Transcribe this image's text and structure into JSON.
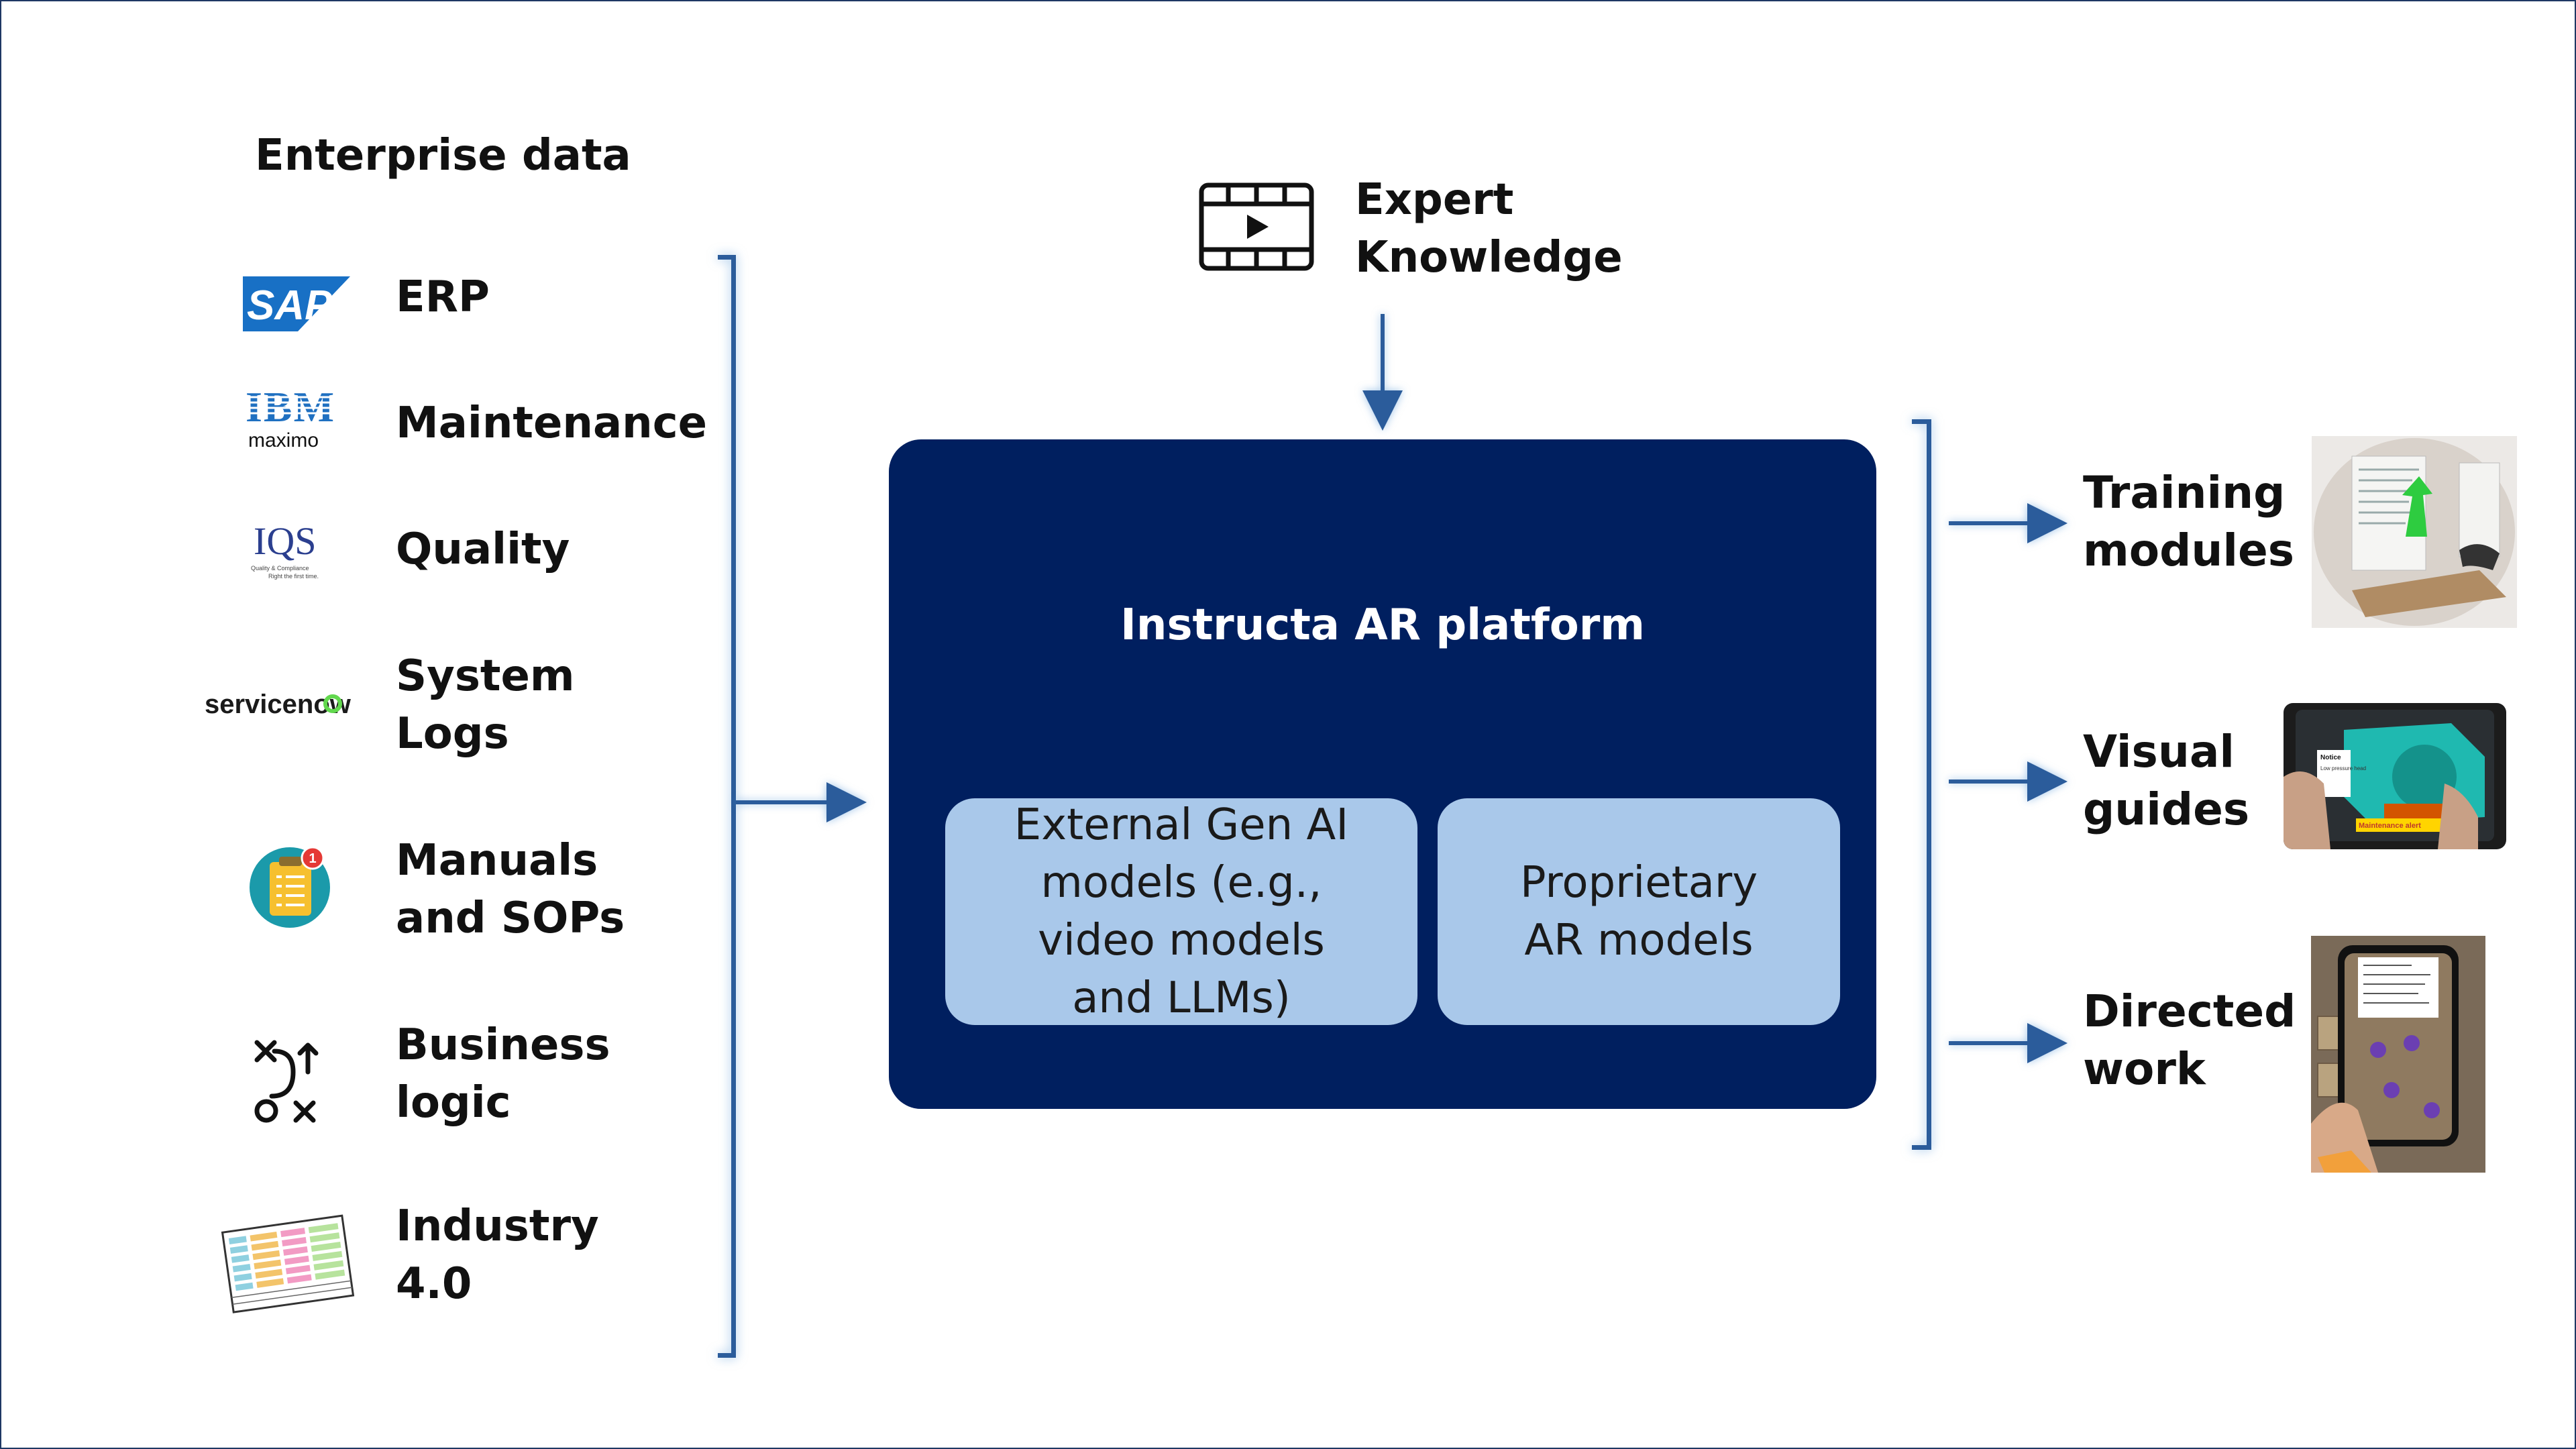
{
  "sources": {
    "title": "Enterprise data",
    "items": [
      {
        "label": "ERP",
        "logo_text": "SAP",
        "icon": "sap-logo"
      },
      {
        "label": "Maintenance",
        "logo_text": "IBM maximo",
        "icon": "ibm-maximo-logo"
      },
      {
        "label": "Quality",
        "logo_text": "IQS",
        "logo_subtext": "Quality & Compliance Right the first time.",
        "icon": "iqs-logo"
      },
      {
        "label": "System Logs",
        "logo_text": "servicenow",
        "icon": "servicenow-logo"
      },
      {
        "label": "Manuals and SOPs",
        "icon": "clipboard-notification-icon"
      },
      {
        "label": "Business logic",
        "icon": "flow-logic-icon"
      },
      {
        "label": "Industry 4.0",
        "icon": "spreadsheet-icon"
      }
    ]
  },
  "expert": {
    "label": "Expert Knowledge",
    "icon": "video-play-icon"
  },
  "platform": {
    "title": "Instructa AR platform",
    "models": [
      {
        "label": "External Gen AI models (e.g., video models and LLMs)"
      },
      {
        "label": "Proprietary AR models"
      }
    ]
  },
  "outputs": [
    {
      "label": "Training modules",
      "image": "ar-training-photo"
    },
    {
      "label": "Visual guides",
      "image": "tablet-maintenance-alert-photo",
      "image_text": {
        "notice": "Notice",
        "detail": "Low pressure head",
        "alert": "Maintenance alert"
      }
    },
    {
      "label": "Directed work",
      "image": "warehouse-phone-photo"
    }
  ],
  "colors": {
    "platform_bg": "#001f5f",
    "model_box_bg": "#a9c8ea",
    "bracket": "#2b5c9b",
    "arrow": "#2b5c9b",
    "sap_blue": "#1870c5",
    "ibm_blue": "#1f70c1",
    "servicenow_green": "#62d84e",
    "clipboard_teal": "#1b9aaa",
    "clipboard_yellow": "#f6c02f",
    "badge_red": "#e53935"
  }
}
